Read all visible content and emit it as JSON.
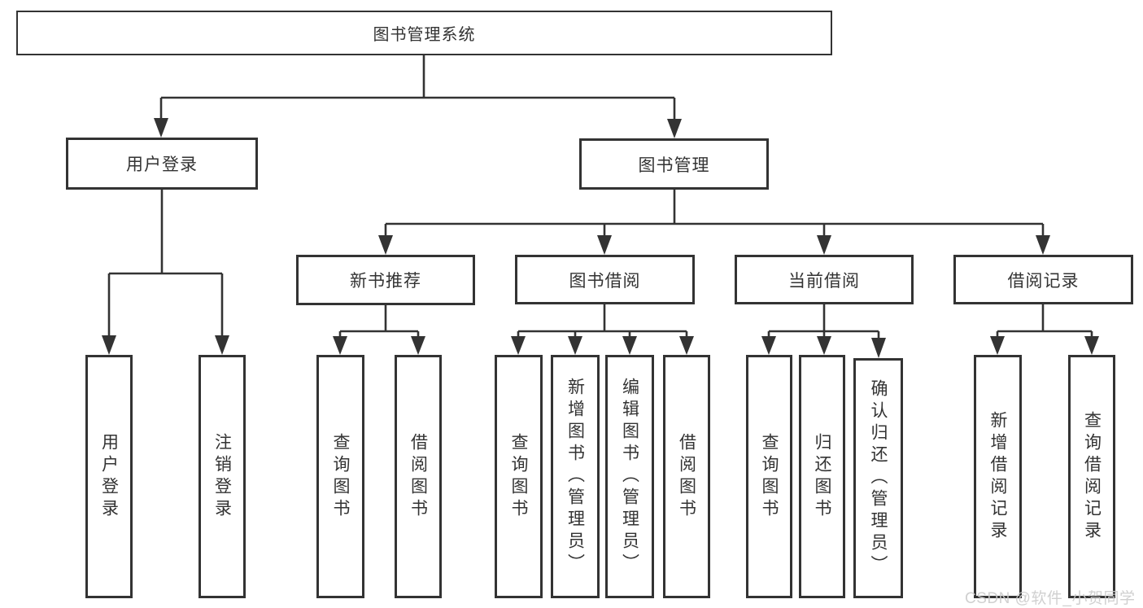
{
  "tree": {
    "label": "图书管理系统",
    "children": [
      {
        "label": "用户登录",
        "children": [
          {
            "label": "用户登录"
          },
          {
            "label": "注销登录"
          }
        ]
      },
      {
        "label": "图书管理",
        "children": [
          {
            "label": "新书推荐",
            "children": [
              {
                "label": "查询图书"
              },
              {
                "label": "借阅图书"
              }
            ]
          },
          {
            "label": "图书借阅",
            "children": [
              {
                "label": "查询图书"
              },
              {
                "label": "新增图书（管理员）"
              },
              {
                "label": "编辑图书（管理员）"
              },
              {
                "label": "借阅图书"
              }
            ]
          },
          {
            "label": "当前借阅",
            "children": [
              {
                "label": "查询图书"
              },
              {
                "label": "归还图书"
              },
              {
                "label": "确认归还（管理员）"
              }
            ]
          },
          {
            "label": "借阅记录",
            "children": [
              {
                "label": "新增借阅记录"
              },
              {
                "label": "查询借阅记录"
              }
            ]
          }
        ]
      }
    ]
  },
  "watermark": {
    "text": "CSDN @软件_小贺同学"
  },
  "colors": {
    "line": "#333333",
    "text": "#333333",
    "bg": "#ffffff",
    "watermark": "#cbcbcb"
  }
}
